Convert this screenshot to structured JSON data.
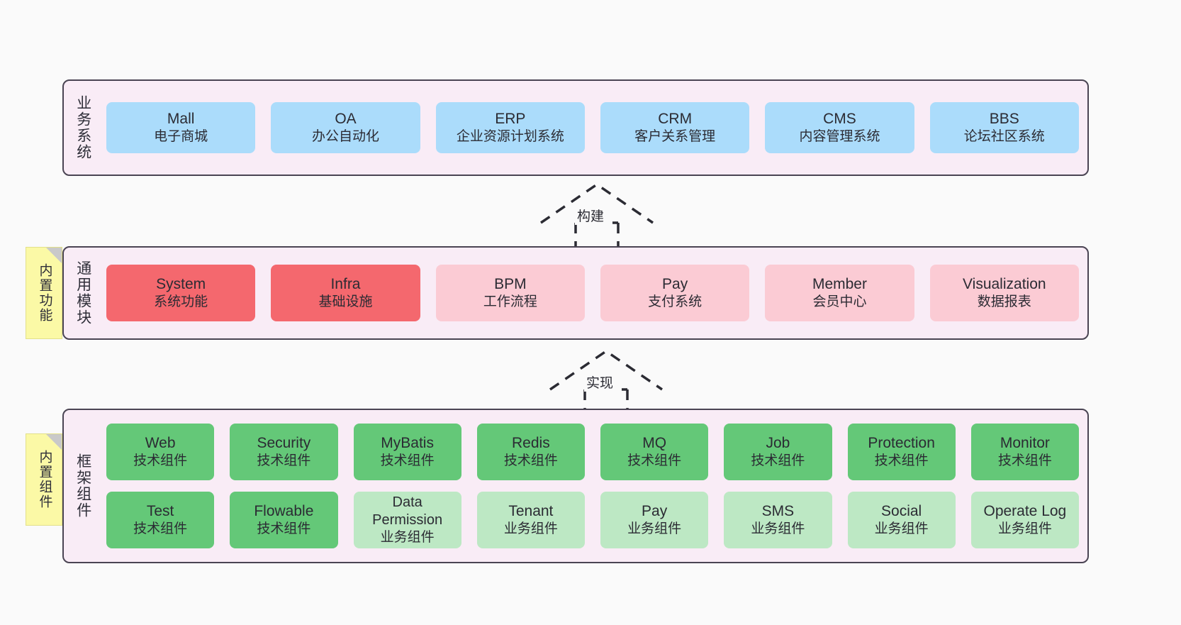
{
  "diagram": {
    "background_color": "#fafafa",
    "layer_fill": "#f9ecf6",
    "layer_border": "#4a4453",
    "sticky_color": "#fbf9a6"
  },
  "layers": [
    {
      "id": "business",
      "title": "业务系统",
      "rows": [
        [
          {
            "en": "Mall",
            "cn": "电子商城",
            "color": "#abdcfb",
            "tone": "blue"
          },
          {
            "en": "OA",
            "cn": "办公自动化",
            "color": "#abdcfb",
            "tone": "blue"
          },
          {
            "en": "ERP",
            "cn": "企业资源计划系统",
            "color": "#abdcfb",
            "tone": "blue"
          },
          {
            "en": "CRM",
            "cn": "客户关系管理",
            "color": "#abdcfb",
            "tone": "blue"
          },
          {
            "en": "CMS",
            "cn": "内容管理系统",
            "color": "#abdcfb",
            "tone": "blue"
          },
          {
            "en": "BBS",
            "cn": "论坛社区系统",
            "color": "#abdcfb",
            "tone": "blue"
          }
        ]
      ]
    },
    {
      "id": "modules",
      "title": "通用模块",
      "sticky": "内置功能",
      "rows": [
        [
          {
            "en": "System",
            "cn": "系统功能",
            "color": "#f4686e",
            "tone": "red"
          },
          {
            "en": "Infra",
            "cn": "基础设施",
            "color": "#f4686e",
            "tone": "red"
          },
          {
            "en": "BPM",
            "cn": "工作流程",
            "color": "#fbcbd4",
            "tone": "pink"
          },
          {
            "en": "Pay",
            "cn": "支付系统",
            "color": "#fbcbd4",
            "tone": "pink"
          },
          {
            "en": "Member",
            "cn": "会员中心",
            "color": "#fbcbd4",
            "tone": "pink"
          },
          {
            "en": "Visualization",
            "cn": "数据报表",
            "color": "#fbcbd4",
            "tone": "pink"
          }
        ]
      ]
    },
    {
      "id": "framework",
      "title": "框架组件",
      "sticky": "内置组件",
      "rows": [
        [
          {
            "en": "Web",
            "cn": "技术组件",
            "color": "#64c878",
            "tone": "green"
          },
          {
            "en": "Security",
            "cn": "技术组件",
            "color": "#64c878",
            "tone": "green"
          },
          {
            "en": "MyBatis",
            "cn": "技术组件",
            "color": "#64c878",
            "tone": "green"
          },
          {
            "en": "Redis",
            "cn": "技术组件",
            "color": "#64c878",
            "tone": "green"
          },
          {
            "en": "MQ",
            "cn": "技术组件",
            "color": "#64c878",
            "tone": "green"
          },
          {
            "en": "Job",
            "cn": "技术组件",
            "color": "#64c878",
            "tone": "green"
          },
          {
            "en": "Protection",
            "cn": "技术组件",
            "color": "#64c878",
            "tone": "green"
          },
          {
            "en": "Monitor",
            "cn": "技术组件",
            "color": "#64c878",
            "tone": "green"
          }
        ],
        [
          {
            "en": "Test",
            "cn": "技术组件",
            "color": "#64c878",
            "tone": "green"
          },
          {
            "en": "Flowable",
            "cn": "技术组件",
            "color": "#64c878",
            "tone": "green"
          },
          {
            "en": "Data Permission",
            "cn": "业务组件",
            "color": "#bde8c4",
            "tone": "lgreen"
          },
          {
            "en": "Tenant",
            "cn": "业务组件",
            "color": "#bde8c4",
            "tone": "lgreen"
          },
          {
            "en": "Pay",
            "cn": "业务组件",
            "color": "#bde8c4",
            "tone": "lgreen"
          },
          {
            "en": "SMS",
            "cn": "业务组件",
            "color": "#bde8c4",
            "tone": "lgreen"
          },
          {
            "en": "Social",
            "cn": "业务组件",
            "color": "#bde8c4",
            "tone": "lgreen"
          },
          {
            "en": "Operate Log",
            "cn": "业务组件",
            "color": "#bde8c4",
            "tone": "lgreen"
          }
        ]
      ]
    }
  ],
  "connectors": [
    {
      "id": "build",
      "label": "构建",
      "style": "dashed-generalization",
      "direction": "up"
    },
    {
      "id": "implement",
      "label": "实现",
      "style": "dashed-generalization",
      "direction": "up"
    }
  ]
}
